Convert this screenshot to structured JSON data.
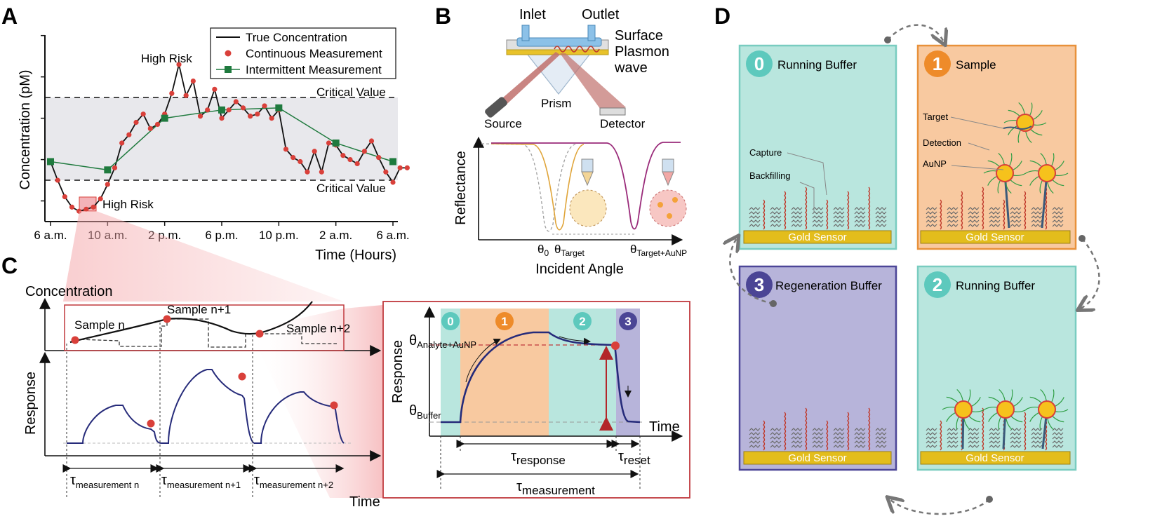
{
  "panels": {
    "a": "A",
    "b": "B",
    "c": "C",
    "d": "D"
  },
  "panel_a": {
    "ylabel": "Concentration (pM)",
    "xlabel": "Time (Hours)",
    "critical_top": "Critical Value",
    "critical_bottom": "Critical Value",
    "high_risk_top": "High Risk",
    "high_risk_bottom": "High Risk",
    "legend": [
      "True Concentration",
      "Continuous Measurement",
      "Intermittent Measurement"
    ],
    "colors": {
      "true": "#111111",
      "continuous": "#d9403a",
      "intermittent": "#1f7a3e",
      "band": "#e8e8ec",
      "highlight": "#f3b3b8"
    }
  },
  "chart_data": {
    "type": "line",
    "title": "",
    "xlabel": "Time (Hours)",
    "ylabel": "Concentration (pM)",
    "x_ticks": [
      "6 a.m.",
      "10 a.m.",
      "2 p.m.",
      "6 p.m.",
      "10 p.m.",
      "2 a.m.",
      "6 a.m."
    ],
    "x_hours": [
      6,
      10,
      14,
      18,
      22,
      26,
      30
    ],
    "critical_values": {
      "lower": 1.0,
      "upper": 3.0
    },
    "ylim": [
      0,
      4.8
    ],
    "grid": false,
    "legend_position": "top-right",
    "series": [
      {
        "name": "True Concentration",
        "x": [
          6,
          6.5,
          7,
          7.5,
          8,
          8.5,
          9,
          9.5,
          10,
          10.5,
          11,
          11.5,
          12,
          12.5,
          13,
          13.5,
          14,
          14.5,
          15,
          15.5,
          16,
          16.5,
          17,
          17.5,
          18,
          18.5,
          19,
          19.5,
          20,
          20.5,
          21,
          21.5,
          22,
          22.5,
          23,
          23.5,
          24,
          24.5,
          25,
          25.5,
          26,
          26.5,
          27,
          27.5,
          28,
          28.5,
          29,
          29.5,
          30,
          30.5,
          31
        ],
        "values": [
          1.45,
          1.0,
          0.6,
          0.35,
          0.25,
          0.3,
          0.35,
          0.55,
          0.9,
          1.3,
          1.9,
          2.1,
          2.4,
          2.6,
          2.25,
          2.35,
          2.6,
          3.1,
          3.8,
          3.05,
          3.4,
          2.55,
          2.7,
          3.2,
          2.5,
          2.7,
          2.9,
          2.75,
          2.55,
          2.6,
          2.8,
          2.5,
          2.7,
          1.75,
          1.55,
          1.45,
          1.2,
          1.7,
          1.2,
          1.9,
          1.85,
          1.6,
          1.5,
          1.4,
          1.7,
          1.95,
          1.55,
          1.2,
          0.95,
          1.3,
          1.3
        ]
      },
      {
        "name": "Continuous Measurement",
        "x": [
          6,
          6.5,
          7,
          7.5,
          8,
          8.5,
          9,
          9.5,
          10,
          10.5,
          11,
          11.5,
          12,
          12.5,
          13,
          13.5,
          14,
          14.5,
          15,
          15.5,
          16,
          16.5,
          17,
          17.5,
          18,
          18.5,
          19,
          19.5,
          20,
          20.5,
          21,
          21.5,
          22,
          22.5,
          23,
          23.5,
          24,
          24.5,
          25,
          25.5,
          26,
          26.5,
          27,
          27.5,
          28,
          28.5,
          29,
          29.5,
          30,
          30.5,
          31
        ],
        "values": [
          1.45,
          1.0,
          0.6,
          0.35,
          0.25,
          0.3,
          0.35,
          0.55,
          0.9,
          1.3,
          1.9,
          2.1,
          2.4,
          2.6,
          2.25,
          2.35,
          2.6,
          3.1,
          3.8,
          3.05,
          3.4,
          2.55,
          2.7,
          3.2,
          2.5,
          2.7,
          2.9,
          2.75,
          2.55,
          2.6,
          2.8,
          2.5,
          2.7,
          1.75,
          1.55,
          1.45,
          1.2,
          1.7,
          1.2,
          1.9,
          1.85,
          1.6,
          1.5,
          1.4,
          1.7,
          1.95,
          1.55,
          1.2,
          0.95,
          1.3,
          1.3
        ]
      },
      {
        "name": "Intermittent Measurement",
        "x": [
          6,
          10,
          14,
          18,
          22,
          26,
          30
        ],
        "values": [
          1.45,
          1.25,
          2.5,
          2.7,
          2.75,
          1.9,
          1.45
        ]
      }
    ]
  },
  "panel_b": {
    "inlet": "Inlet",
    "outlet": "Outlet",
    "spw": [
      "Surface",
      "Plasmon",
      "wave"
    ],
    "prism": "Prism",
    "source": "Source",
    "detector": "Detector",
    "ylabel": "Reflectance",
    "xlabel": "Incident Angle",
    "theta0": "θ",
    "theta0_sub": "0",
    "theta_target": "θ",
    "theta_target_sub": "Target",
    "theta_ta": "θ",
    "theta_ta_sub": "Target+AuNP"
  },
  "panel_c": {
    "concentration": "Concentration",
    "response": "Response",
    "time": "Time",
    "samples": [
      "Sample n",
      "Sample n+1",
      "Sample n+2"
    ],
    "tau": "τ",
    "tau_subs": [
      "measurement n",
      "measurement n+1",
      "measurement n+2"
    ],
    "inset": {
      "phases": [
        "0",
        "1",
        "2",
        "3"
      ],
      "response": "Response",
      "time": "Time",
      "theta_analyte": "θ",
      "theta_analyte_sub": "Analyte+AuNP",
      "theta_buffer": "θ",
      "theta_buffer_sub": "Buffer",
      "tau_response_sub": "response",
      "tau_reset_sub": "reset",
      "tau_measure_sub": "measurement"
    }
  },
  "panel_d": {
    "boxes": [
      {
        "num": "0",
        "title": "Running Buffer",
        "sensor": "Gold Sensor"
      },
      {
        "num": "1",
        "title": "Sample",
        "sensor": "Gold Sensor"
      },
      {
        "num": "3",
        "title": "Regeneration Buffer",
        "sensor": "Gold Sensor"
      },
      {
        "num": "2",
        "title": "Running Buffer",
        "sensor": "Gold Sensor"
      }
    ],
    "labels": {
      "capture": "Capture",
      "backfilling": "Backfilling",
      "target": "Target",
      "detection": "Detection",
      "aunp": "AuNP"
    },
    "colors": {
      "teal": "#b9e6de",
      "teal_border": "#79ccc0",
      "orange": "#f8c9a0",
      "orange_border": "#e8913b",
      "purple": "#b7b4da",
      "purple_border": "#4c4697",
      "gold": "#e3bd1c",
      "num_teal": "#5dc9bd",
      "num_orange": "#ee8b2a",
      "num_purple": "#4b4595"
    }
  }
}
